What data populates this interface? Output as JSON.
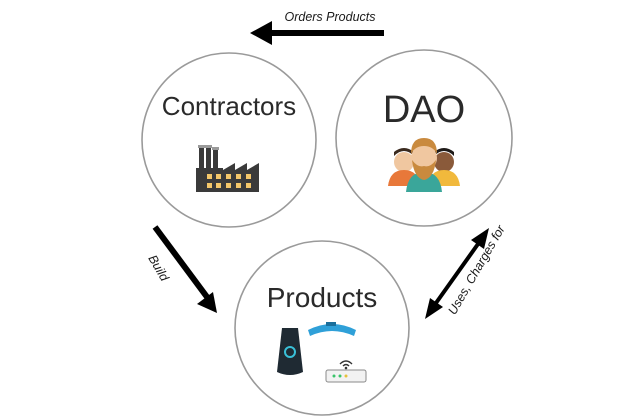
{
  "nodes": {
    "contractors": {
      "label": "Contractors",
      "icon": "factory-icon"
    },
    "dao": {
      "label": "DAO",
      "icon": "people-group-icon"
    },
    "products": {
      "label": "Products",
      "icon": "devices-icon"
    }
  },
  "edges": {
    "orders": {
      "label": "Orders Products",
      "from": "dao",
      "to": "contractors"
    },
    "build": {
      "label": "Build",
      "from": "contractors",
      "to": "products"
    },
    "uses": {
      "label": "Uses, Charges for",
      "from": "products",
      "to": "dao",
      "bidirectional": true
    }
  },
  "colors": {
    "circle_stroke": "#9a9a9a",
    "arrow": "#000000",
    "factory": "#3a3a3a",
    "window_light": "#f4c76a",
    "tracker_band": "#2fa0d8",
    "skin": "#f0c7a0",
    "hair": "#c98a3e",
    "shirt_orange": "#e8783a",
    "shirt_yellow": "#f1b93c",
    "shirt_green": "#3aa69a"
  }
}
